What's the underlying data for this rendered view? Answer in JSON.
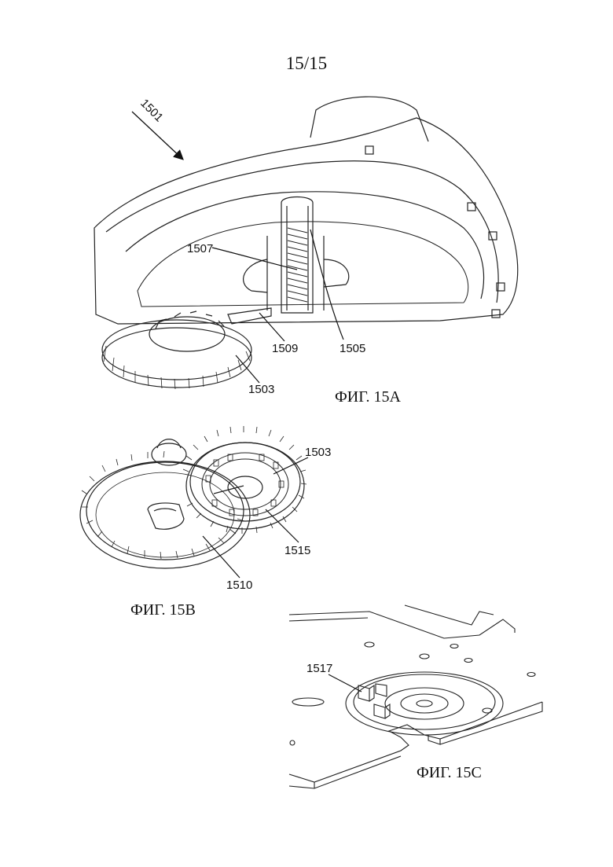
{
  "page": {
    "number": "15/15"
  },
  "figures": {
    "fig_a": {
      "caption": "ФИГ. 15А",
      "labels": {
        "l1501": "1501",
        "l1507": "1507",
        "l1509": "1509",
        "l1505": "1505",
        "l1503": "1503"
      }
    },
    "fig_b": {
      "caption": "ФИГ. 15В",
      "labels": {
        "l1503": "1503",
        "l1515": "1515",
        "l1510": "1510"
      }
    },
    "fig_c": {
      "caption": "ФИГ. 15С",
      "labels": {
        "l1517": "1517"
      }
    }
  }
}
